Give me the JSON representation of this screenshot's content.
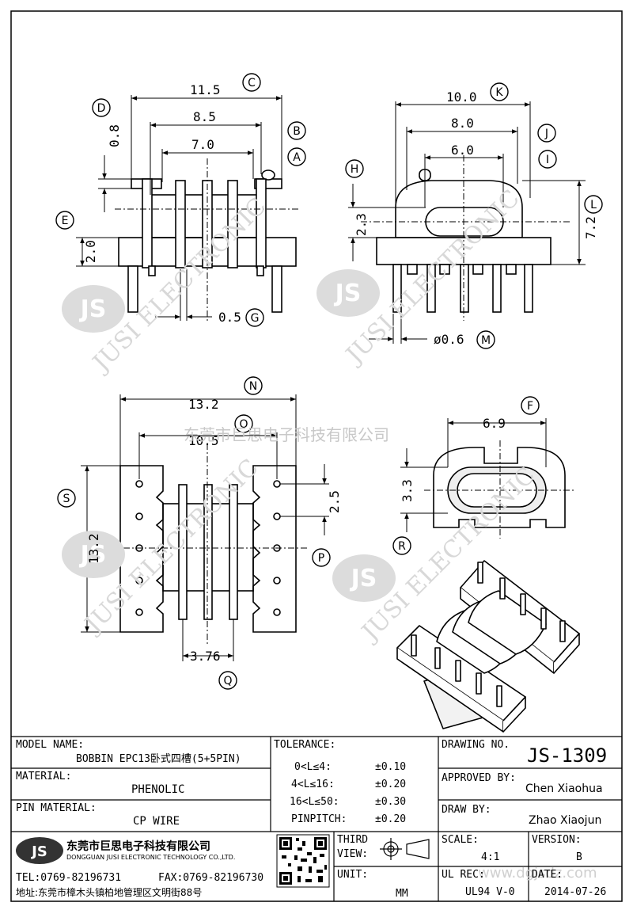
{
  "dims": {
    "c": "11.5",
    "b": "8.5",
    "a": "7.0",
    "d": "0.8",
    "e": "2.0",
    "g": "0.5",
    "k": "10.0",
    "j": "8.0",
    "i": "6.0",
    "h": "2.3",
    "l": "7.2",
    "m": "ø0.6",
    "n": "13.2",
    "o": "10.5",
    "s": "13.2",
    "p": "2.5",
    "q": "3.76",
    "f": "6.9",
    "r": "3.3"
  },
  "letters": [
    "A",
    "B",
    "C",
    "D",
    "E",
    "F",
    "G",
    "H",
    "I",
    "J",
    "K",
    "L",
    "M",
    "N",
    "O",
    "P",
    "Q",
    "R",
    "S"
  ],
  "watermark": {
    "company_cn": "东莞市巨思电子科技有限公司",
    "brand": "JUSI ELECTRONIC",
    "logo_text": "JS",
    "site": "www.dgjsdz.com"
  },
  "title_block": {
    "model_name_label": "MODEL NAME:",
    "model_name_value": "BOBBIN EPC13卧式四槽(5+5PIN)",
    "material_label": "MATERIAL:",
    "material_value": "PHENOLIC",
    "pin_material_label": "PIN MATERIAL:",
    "pin_material_value": "CP WIRE",
    "tolerance_label": "TOLERANCE:",
    "tolerance_rows": [
      {
        "range": "0<L≤4:",
        "value": "±0.10"
      },
      {
        "range": "4<L≤16:",
        "value": "±0.20"
      },
      {
        "range": "16<L≤50:",
        "value": "±0.30"
      },
      {
        "range": "PINPITCH:",
        "value": "±0.20"
      }
    ],
    "drawing_no_label": "DRAWING NO.",
    "drawing_no_value": "JS-1309",
    "approved_by_label": "APPROVED BY:",
    "approved_by_value": "Chen Xiaohua",
    "draw_by_label": "DRAW BY:",
    "draw_by_value": "Zhao Xiaojun",
    "company_cn": "东莞市巨思电子科技有限公司",
    "company_en": "DONGGUAN JUSI ELECTRONIC TECHNOLOGY CO.,LTD.",
    "tel": "TEL:0769-82196731",
    "fax": "FAX:0769-82196730",
    "address": "地址:东莞市樟木头镇柏地管理区文明街88号",
    "third_view_label_1": "THIRD",
    "third_view_label_2": "VIEW:",
    "unit_label": "UNIT:",
    "unit_value": "MM",
    "scale_label": "SCALE:",
    "scale_value": "4:1",
    "version_label": "VERSION:",
    "version_value": "B",
    "ul_rec_label": "UL REC:",
    "ul_rec_value": "UL94 V-0",
    "date_label": "DATE:",
    "date_value": "2014-07-26"
  }
}
